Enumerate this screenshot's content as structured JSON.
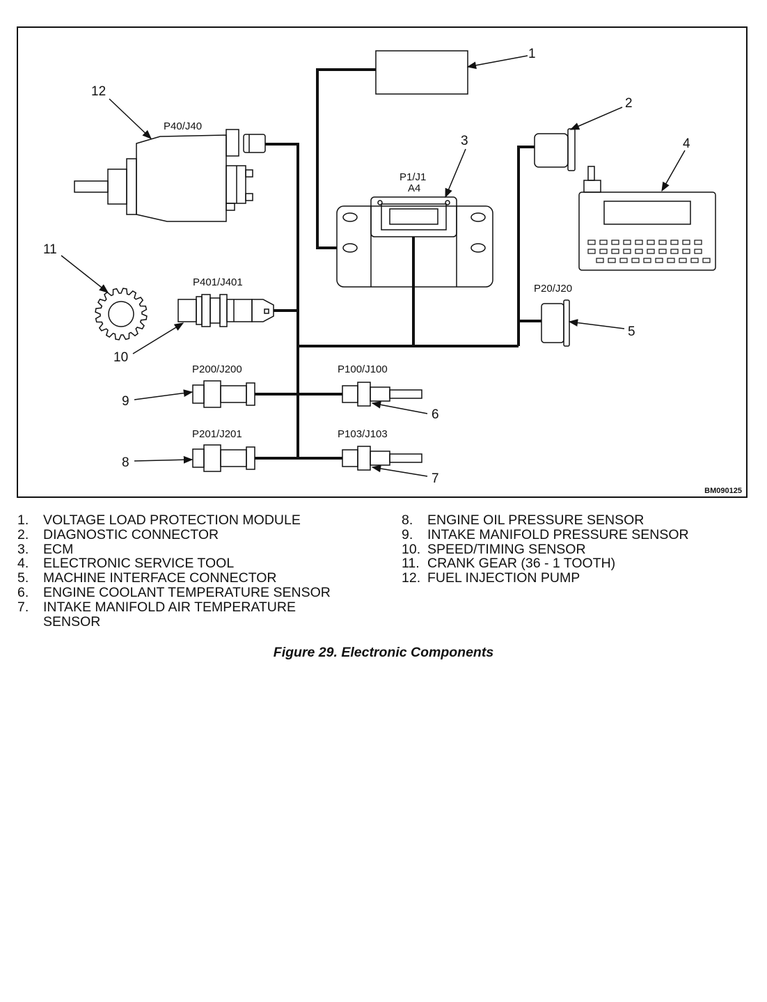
{
  "figure": {
    "id_code": "BM090125",
    "connectors": {
      "p40": "P40/J40",
      "p1": "P1/J1",
      "a4": "A4",
      "p401": "P401/J401",
      "p20": "P20/J20",
      "p200": "P200/J200",
      "p100": "P100/J100",
      "p201": "P201/J201",
      "p103": "P103/J103"
    },
    "callouts": [
      "1",
      "2",
      "3",
      "4",
      "5",
      "6",
      "7",
      "8",
      "9",
      "10",
      "11",
      "12"
    ]
  },
  "legend": {
    "left": [
      {
        "num": "1.",
        "text": "VOLTAGE LOAD PROTECTION MODULE"
      },
      {
        "num": "2.",
        "text": "DIAGNOSTIC CONNECTOR"
      },
      {
        "num": "3.",
        "text": "ECM"
      },
      {
        "num": "4.",
        "text": "ELECTRONIC SERVICE TOOL"
      },
      {
        "num": "5.",
        "text": "MACHINE INTERFACE CONNECTOR"
      },
      {
        "num": "6.",
        "text": "ENGINE COOLANT TEMPERATURE SENSOR"
      },
      {
        "num": "7.",
        "text": "INTAKE MANIFOLD AIR TEMPERATURE SENSOR"
      }
    ],
    "right": [
      {
        "num": "8.",
        "text": "ENGINE OIL PRESSURE SENSOR"
      },
      {
        "num": "9.",
        "text": "INTAKE MANIFOLD PRESSURE SENSOR"
      },
      {
        "num": "10.",
        "text": "SPEED/TIMING SENSOR"
      },
      {
        "num": "11.",
        "text": "CRANK GEAR (36 - 1 TOOTH)"
      },
      {
        "num": "12.",
        "text": "FUEL INJECTION PUMP"
      }
    ]
  },
  "caption": "Figure 29.  Electronic Components"
}
